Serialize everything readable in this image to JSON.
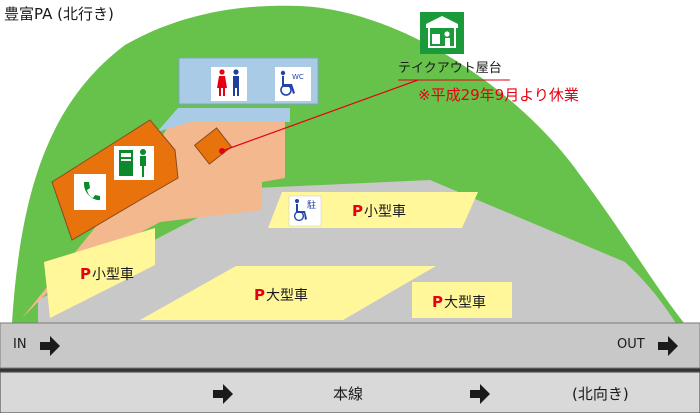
{
  "title": "豊富PA (北行き)",
  "takeout": {
    "label": "テイクアウト屋台",
    "notice": "※平成29年9月より休業"
  },
  "parking": {
    "prefix": "P",
    "small_label": "小型車",
    "large_label": "大型車"
  },
  "signs": {
    "wc": "WC",
    "disabled_parking": "駐"
  },
  "road": {
    "entrance": "IN",
    "exit": "OUT",
    "mainline": "本線",
    "direction": "(北向き)"
  },
  "colors": {
    "grass": "#66c24a",
    "pavement": "#c8c8c8",
    "plaza": "#f4b88f",
    "building": "#e8720c",
    "restroom": "#a9cbe6",
    "parking_stall": "#fff79a",
    "mainline_road": "#d9d9d9",
    "notice": "#e60012",
    "accessibility": "#2244aa"
  },
  "icons": [
    "restroom-icon",
    "wheelchair-wc-icon",
    "telephone-icon",
    "vending-machine-icon",
    "market-stall-icon",
    "accessible-parking-icon",
    "arrow-right-icon"
  ]
}
